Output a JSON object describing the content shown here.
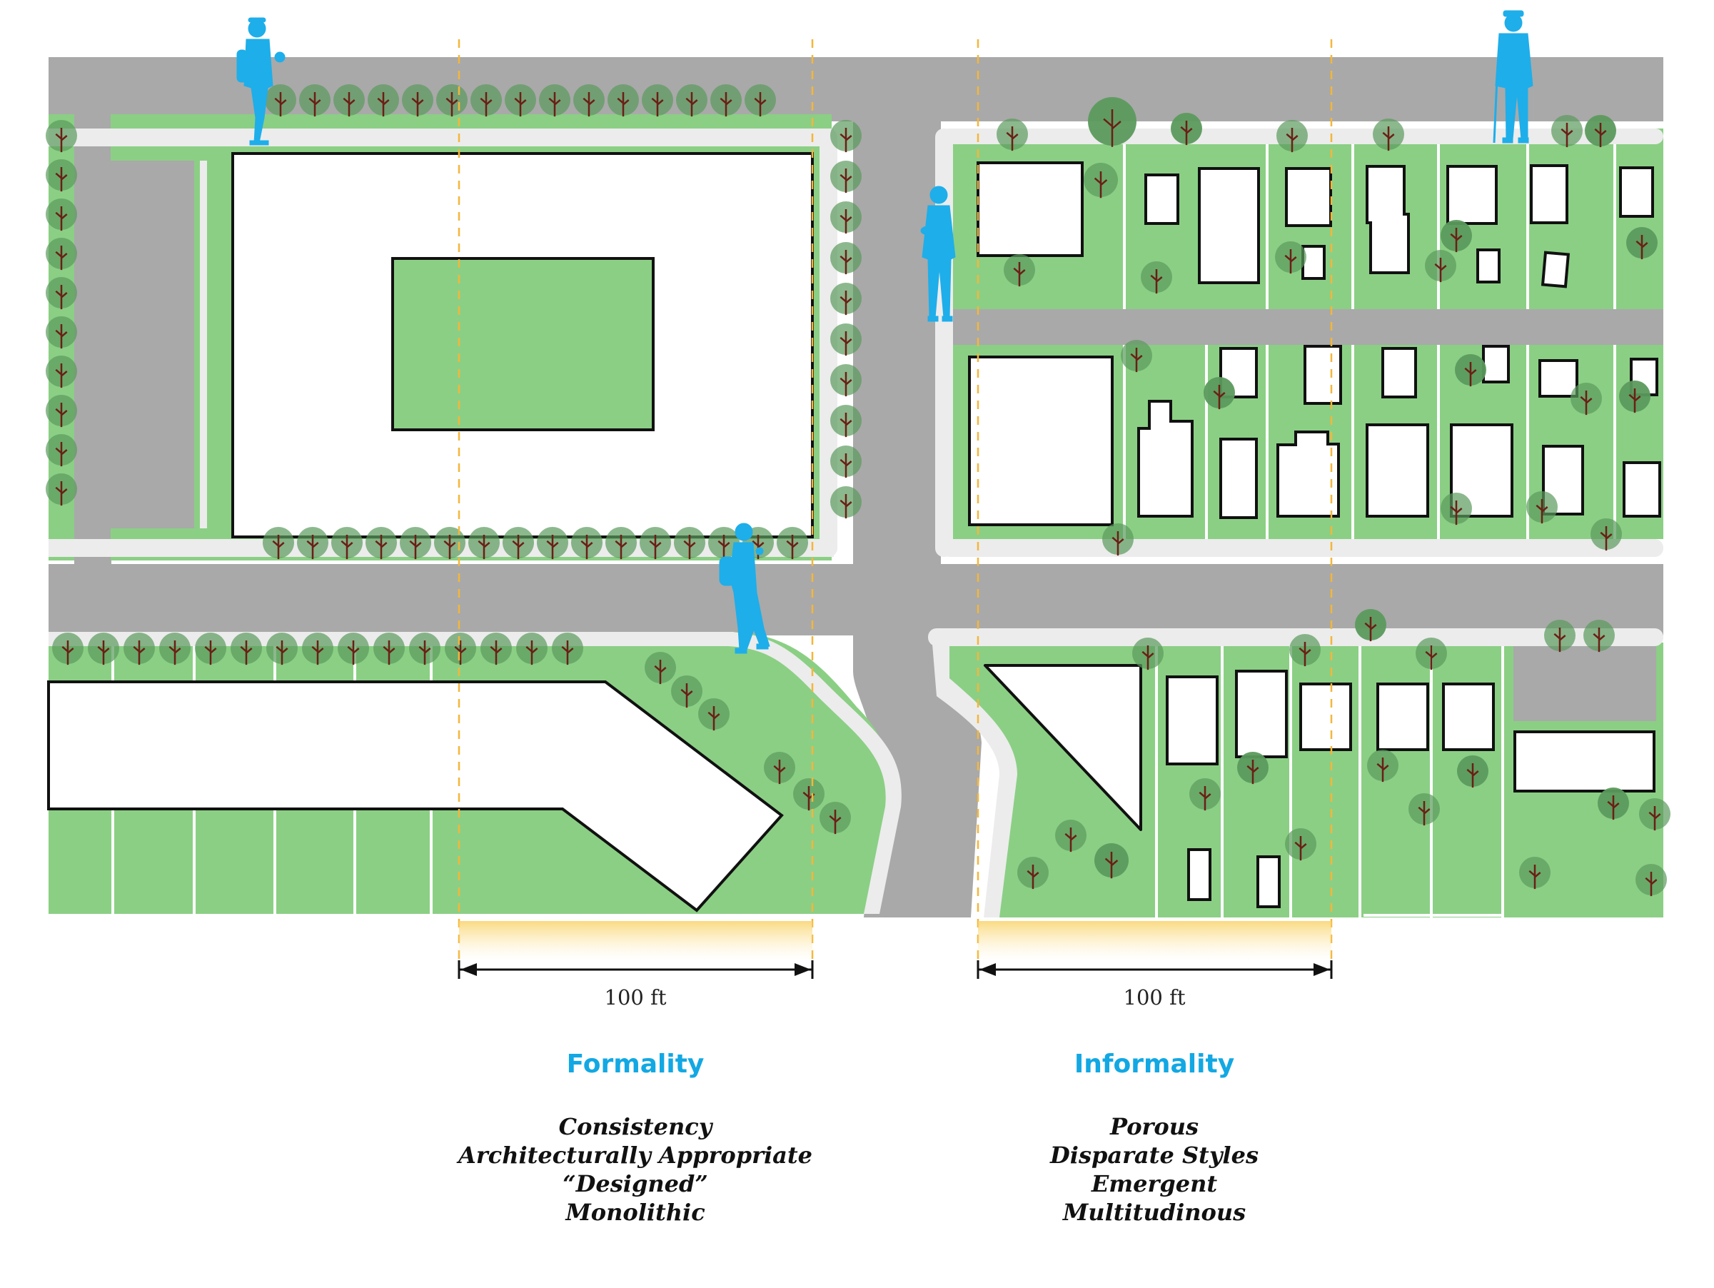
{
  "colors": {
    "road": "#a9a9a9",
    "sidewalk": "#ececec",
    "lawn": "#8bcf85",
    "building_fill": "#ffffff",
    "building_outline": "#111111",
    "tree": "#5b9a5d",
    "trunk": "#6b1f16",
    "pedestrian": "#1eaeea",
    "guide_line": "#f4b63a",
    "heading": "#12a8e3"
  },
  "left_panel": {
    "scale_label": "100 ft",
    "heading": "Formality",
    "terms": [
      "Consistency",
      "Architecturally Appropriate",
      "“Designed”",
      "Monolithic"
    ]
  },
  "right_panel": {
    "scale_label": "100 ft",
    "heading": "Informality",
    "terms": [
      "Porous",
      "Disparate Styles",
      "Emergent",
      "Multitudinous"
    ]
  }
}
